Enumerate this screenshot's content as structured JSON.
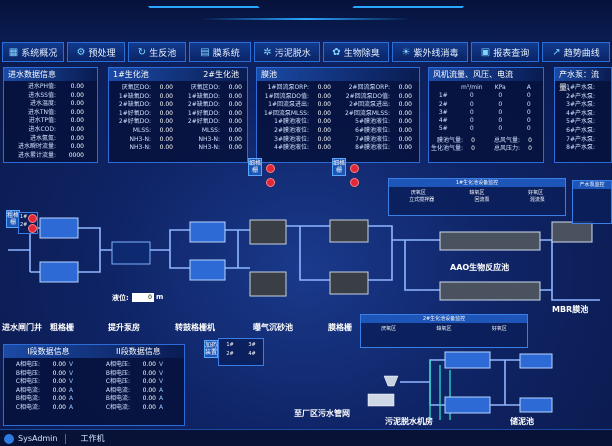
{
  "nav": [
    {
      "label": "系统概况",
      "icon": "grid-icon"
    },
    {
      "label": "预处理",
      "icon": "settings-icon"
    },
    {
      "label": "生反池",
      "icon": "flow-icon"
    },
    {
      "label": "膜系统",
      "icon": "filter-icon"
    },
    {
      "label": "污泥脱水",
      "icon": "sludge-icon"
    },
    {
      "label": "生物除臭",
      "icon": "bio-icon"
    },
    {
      "label": "紫外线消毒",
      "icon": "uv-icon"
    },
    {
      "label": "报表查询",
      "icon": "report-icon"
    },
    {
      "label": "趋势曲线",
      "icon": "trend-icon"
    }
  ],
  "inlet": {
    "title": "进水数据信息",
    "rows": [
      {
        "label": "进水PH值:",
        "value": "0.00"
      },
      {
        "label": "进水SS值:",
        "value": "0.00"
      },
      {
        "label": "进水温度:",
        "value": "0.00"
      },
      {
        "label": "进水TN值:",
        "value": "0.00"
      },
      {
        "label": "进水TP值:",
        "value": "0.00"
      },
      {
        "label": "进水COD:",
        "value": "0.00"
      },
      {
        "label": "进水氨氮:",
        "value": "0.00"
      },
      {
        "label": "进水瞬时流量:",
        "value": "0.00"
      },
      {
        "label": "进水累计流量:",
        "value": "0000"
      }
    ]
  },
  "bio": {
    "title1": "1#生化池",
    "title2": "2#生化池",
    "left": [
      {
        "label": "厌氧区DO:",
        "value": "0.00"
      },
      {
        "label": "1#缺氧DO:",
        "value": "0.00"
      },
      {
        "label": "2#缺氧DO:",
        "value": "0.00"
      },
      {
        "label": "1#好氧DO:",
        "value": "0.00"
      },
      {
        "label": "2#好氧DO:",
        "value": "0.00"
      },
      {
        "label": "MLSS:",
        "value": "0.00"
      },
      {
        "label": "NH3-N:",
        "value": "0.00"
      },
      {
        "label": "NH3-N:",
        "value": "0.00"
      }
    ],
    "right": [
      {
        "label": "厌氧区DO:",
        "value": "0.00"
      },
      {
        "label": "1#缺氧DO:",
        "value": "0.00"
      },
      {
        "label": "2#缺氧DO:",
        "value": "0.00"
      },
      {
        "label": "1#好氧DO:",
        "value": "0.00"
      },
      {
        "label": "2#好氧DO:",
        "value": "0.00"
      },
      {
        "label": "MLSS:",
        "value": "0.00"
      },
      {
        "label": "NH3-N:",
        "value": "0.00"
      },
      {
        "label": "NH3-N:",
        "value": "0.00"
      }
    ]
  },
  "membrane": {
    "title": "膜池",
    "left": [
      {
        "label": "1#回流泵ORP:",
        "value": "0.00"
      },
      {
        "label": "1#回流泵DO值:",
        "value": "0.00"
      },
      {
        "label": "1#回流泵进出:",
        "value": "0.00"
      },
      {
        "label": "1#回流泵MLSS:",
        "value": "0.00"
      },
      {
        "label": "1#膜池液位:",
        "value": "0.00"
      },
      {
        "label": "2#膜池液位:",
        "value": "0.00"
      },
      {
        "label": "3#膜池液位:",
        "value": "0.00"
      },
      {
        "label": "4#膜池液位:",
        "value": "0.00"
      }
    ],
    "right": [
      {
        "label": "2#回流泵ORP:",
        "value": "0.00"
      },
      {
        "label": "2#回流泵DO值:",
        "value": "0.00"
      },
      {
        "label": "2#回流泵进出:",
        "value": "0.00"
      },
      {
        "label": "2#回流泵MLSS:",
        "value": "0.00"
      },
      {
        "label": "5#膜池液位:",
        "value": "0.00"
      },
      {
        "label": "6#膜池液位:",
        "value": "0.00"
      },
      {
        "label": "7#膜池液位:",
        "value": "0.00"
      },
      {
        "label": "8#膜池液位:",
        "value": "0.00"
      }
    ]
  },
  "wind": {
    "title": "风机流量、风压、电流",
    "header": [
      "",
      "m³/min",
      "KPa",
      "A"
    ],
    "rows": [
      [
        "1#",
        "0",
        "0",
        "0"
      ],
      [
        "2#",
        "0",
        "0",
        "0"
      ],
      [
        "3#",
        "0",
        "0",
        "0"
      ],
      [
        "4#",
        "0",
        "0",
        "0"
      ],
      [
        "5#",
        "0",
        "0",
        "0"
      ]
    ],
    "footer": [
      {
        "label": "膜池气量:",
        "value": "0"
      },
      {
        "label": "生化池气量:",
        "value": "0"
      },
      {
        "label": "总风气量:",
        "value": "0"
      },
      {
        "label": "总风压力:",
        "value": "0"
      }
    ]
  },
  "output": {
    "title": "产水泵：流量、",
    "rows": [
      "1#产水泵:",
      "2#产水泵:",
      "3#产水泵:",
      "4#产水泵:",
      "5#产水泵:",
      "6#产水泵:",
      "7#产水泵:",
      "8#产水泵:"
    ]
  },
  "diagram": {
    "coarse": "粗格栅",
    "c1": "1#",
    "c2": "2#",
    "fine": "细格栅",
    "fine2": "细格栅",
    "gate": "进水闸门井",
    "coarse_grid": "粗格栅",
    "pump_room": "提升泵房",
    "drum": "转鼓格栅机",
    "aerated_grit": "曝气沉砂池",
    "membrane_grid": "膜格栅",
    "aao": "AAO生物反应池",
    "mbr": "MBR膜池",
    "sludge": "污泥脱水机房",
    "storage": "储泥池",
    "to_network": "至厂区污水管网",
    "level_label": "液位:",
    "level_value": "0",
    "level_unit": "m",
    "bio1": "1#生化池设备监控",
    "bio2": "2#生化池设备监控",
    "anaerobic": "厌氧区",
    "anoxic": "缺氧区",
    "aerobic": "好氧区",
    "mixer": "立式搅拌器",
    "rpump1": "回流泵",
    "rpump2": "混流泵",
    "pump_mon": "产水泵监控",
    "dosing": "加药装置",
    "d1": "1#",
    "d2": "2#",
    "d3": "3#",
    "d4": "4#"
  },
  "bottom": {
    "left_title": "I段数据信息",
    "right_title": "II段数据信息",
    "left": [
      {
        "label": "A相电压:",
        "value": "0.00",
        "unit": "V"
      },
      {
        "label": "B相电压:",
        "value": "0.00",
        "unit": "V"
      },
      {
        "label": "C相电压:",
        "value": "0.00",
        "unit": "V"
      },
      {
        "label": "A相电流:",
        "value": "0.00",
        "unit": "A"
      },
      {
        "label": "B相电流:",
        "value": "0.00",
        "unit": "A"
      },
      {
        "label": "C相电流:",
        "value": "0.00",
        "unit": "A"
      }
    ],
    "right": [
      {
        "label": "A相电压:",
        "value": "0.00",
        "unit": "V"
      },
      {
        "label": "B相电压:",
        "value": "0.00",
        "unit": "V"
      },
      {
        "label": "C相电压:",
        "value": "0.00",
        "unit": "V"
      },
      {
        "label": "A相电流:",
        "value": "0.00",
        "unit": "A"
      },
      {
        "label": "B相电流:",
        "value": "0.00",
        "unit": "A"
      },
      {
        "label": "C相电流:",
        "value": "0.00",
        "unit": "A"
      }
    ]
  },
  "taskbar": {
    "user": "SysAdmin",
    "machine": "工作机"
  }
}
